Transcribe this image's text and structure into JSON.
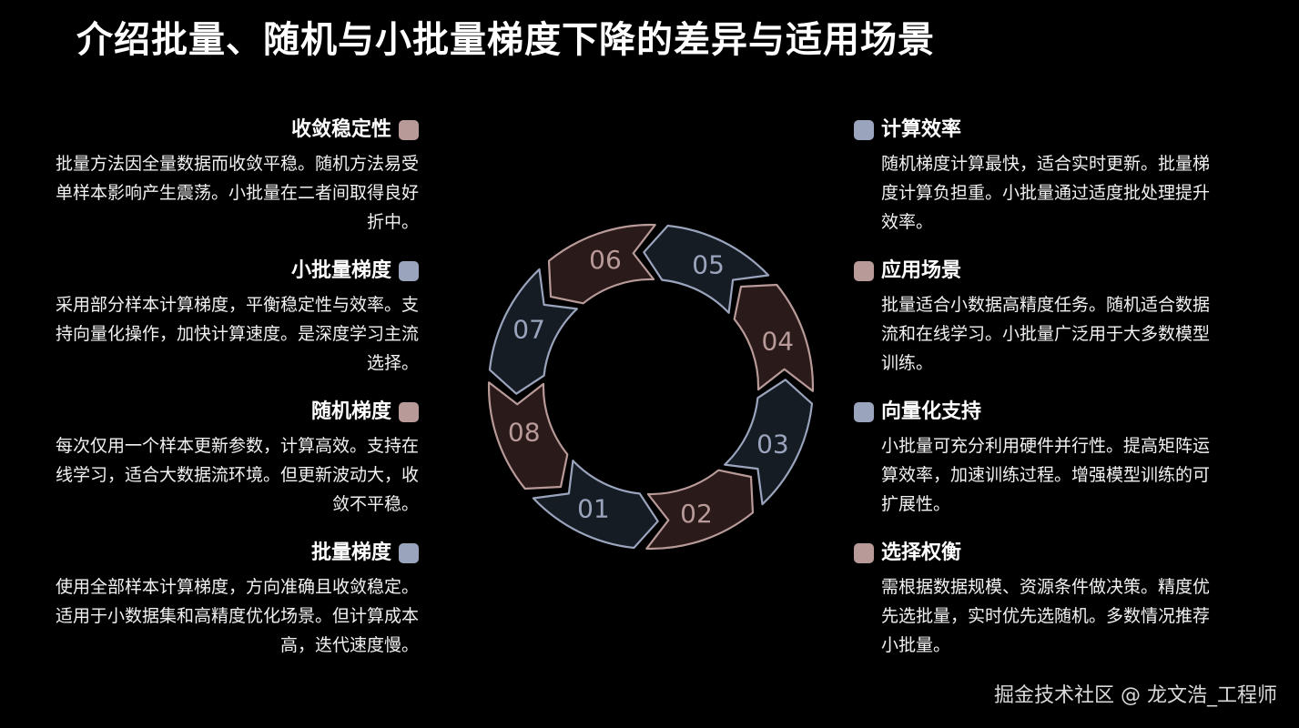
{
  "title": "介绍批量、随机与小批量梯度下降的差异与适用场景",
  "colors": {
    "background": "#000000",
    "rose": "#b89a98",
    "blue": "#9aa5bd",
    "segment_rose_fill": "#2a1a1a",
    "segment_blue_fill": "#161c24"
  },
  "left_items": [
    {
      "heading": "收敛稳定性",
      "color": "rose",
      "desc": "批量方法因全量数据而收敛平稳。随机方法易受单样本影响产生震荡。小批量在二者间取得良好折中。"
    },
    {
      "heading": "小批量梯度",
      "color": "blue",
      "desc": "采用部分样本计算梯度，平衡稳定性与效率。支持向量化操作，加快计算速度。是深度学习主流选择。"
    },
    {
      "heading": "随机梯度",
      "color": "rose",
      "desc": "每次仅用一个样本更新参数，计算高效。支持在线学习，适合大数据流环境。但更新波动大，收敛不平稳。"
    },
    {
      "heading": "批量梯度",
      "color": "blue",
      "desc": "使用全部样本计算梯度，方向准确且收敛稳定。适用于小数据集和高精度优化场景。但计算成本高，迭代速度慢。"
    }
  ],
  "right_items": [
    {
      "heading": "计算效率",
      "color": "blue",
      "desc": "随机梯度计算最快，适合实时更新。批量梯度计算负担重。小批量通过适度批处理提升效率。"
    },
    {
      "heading": "应用场景",
      "color": "rose",
      "desc": "批量适合小数据高精度任务。随机适合数据流和在线学习。小批量广泛用于大多数模型训练。"
    },
    {
      "heading": "向量化支持",
      "color": "blue",
      "desc": "小批量可充分利用硬件并行性。提高矩阵运算效率，加速训练过程。增强模型训练的可扩展性。"
    },
    {
      "heading": "选择权衡",
      "color": "rose",
      "desc": "需根据数据规模、资源条件做决策。精度优先选批量，实时优先选随机。多数情况推荐小批量。"
    }
  ],
  "cycle": [
    {
      "label": "01",
      "color": "blue"
    },
    {
      "label": "02",
      "color": "rose"
    },
    {
      "label": "03",
      "color": "blue"
    },
    {
      "label": "04",
      "color": "rose"
    },
    {
      "label": "05",
      "color": "blue"
    },
    {
      "label": "06",
      "color": "rose"
    },
    {
      "label": "07",
      "color": "blue"
    },
    {
      "label": "08",
      "color": "rose"
    }
  ],
  "watermark": "掘金技术社区 @ 龙文浩_工程师"
}
